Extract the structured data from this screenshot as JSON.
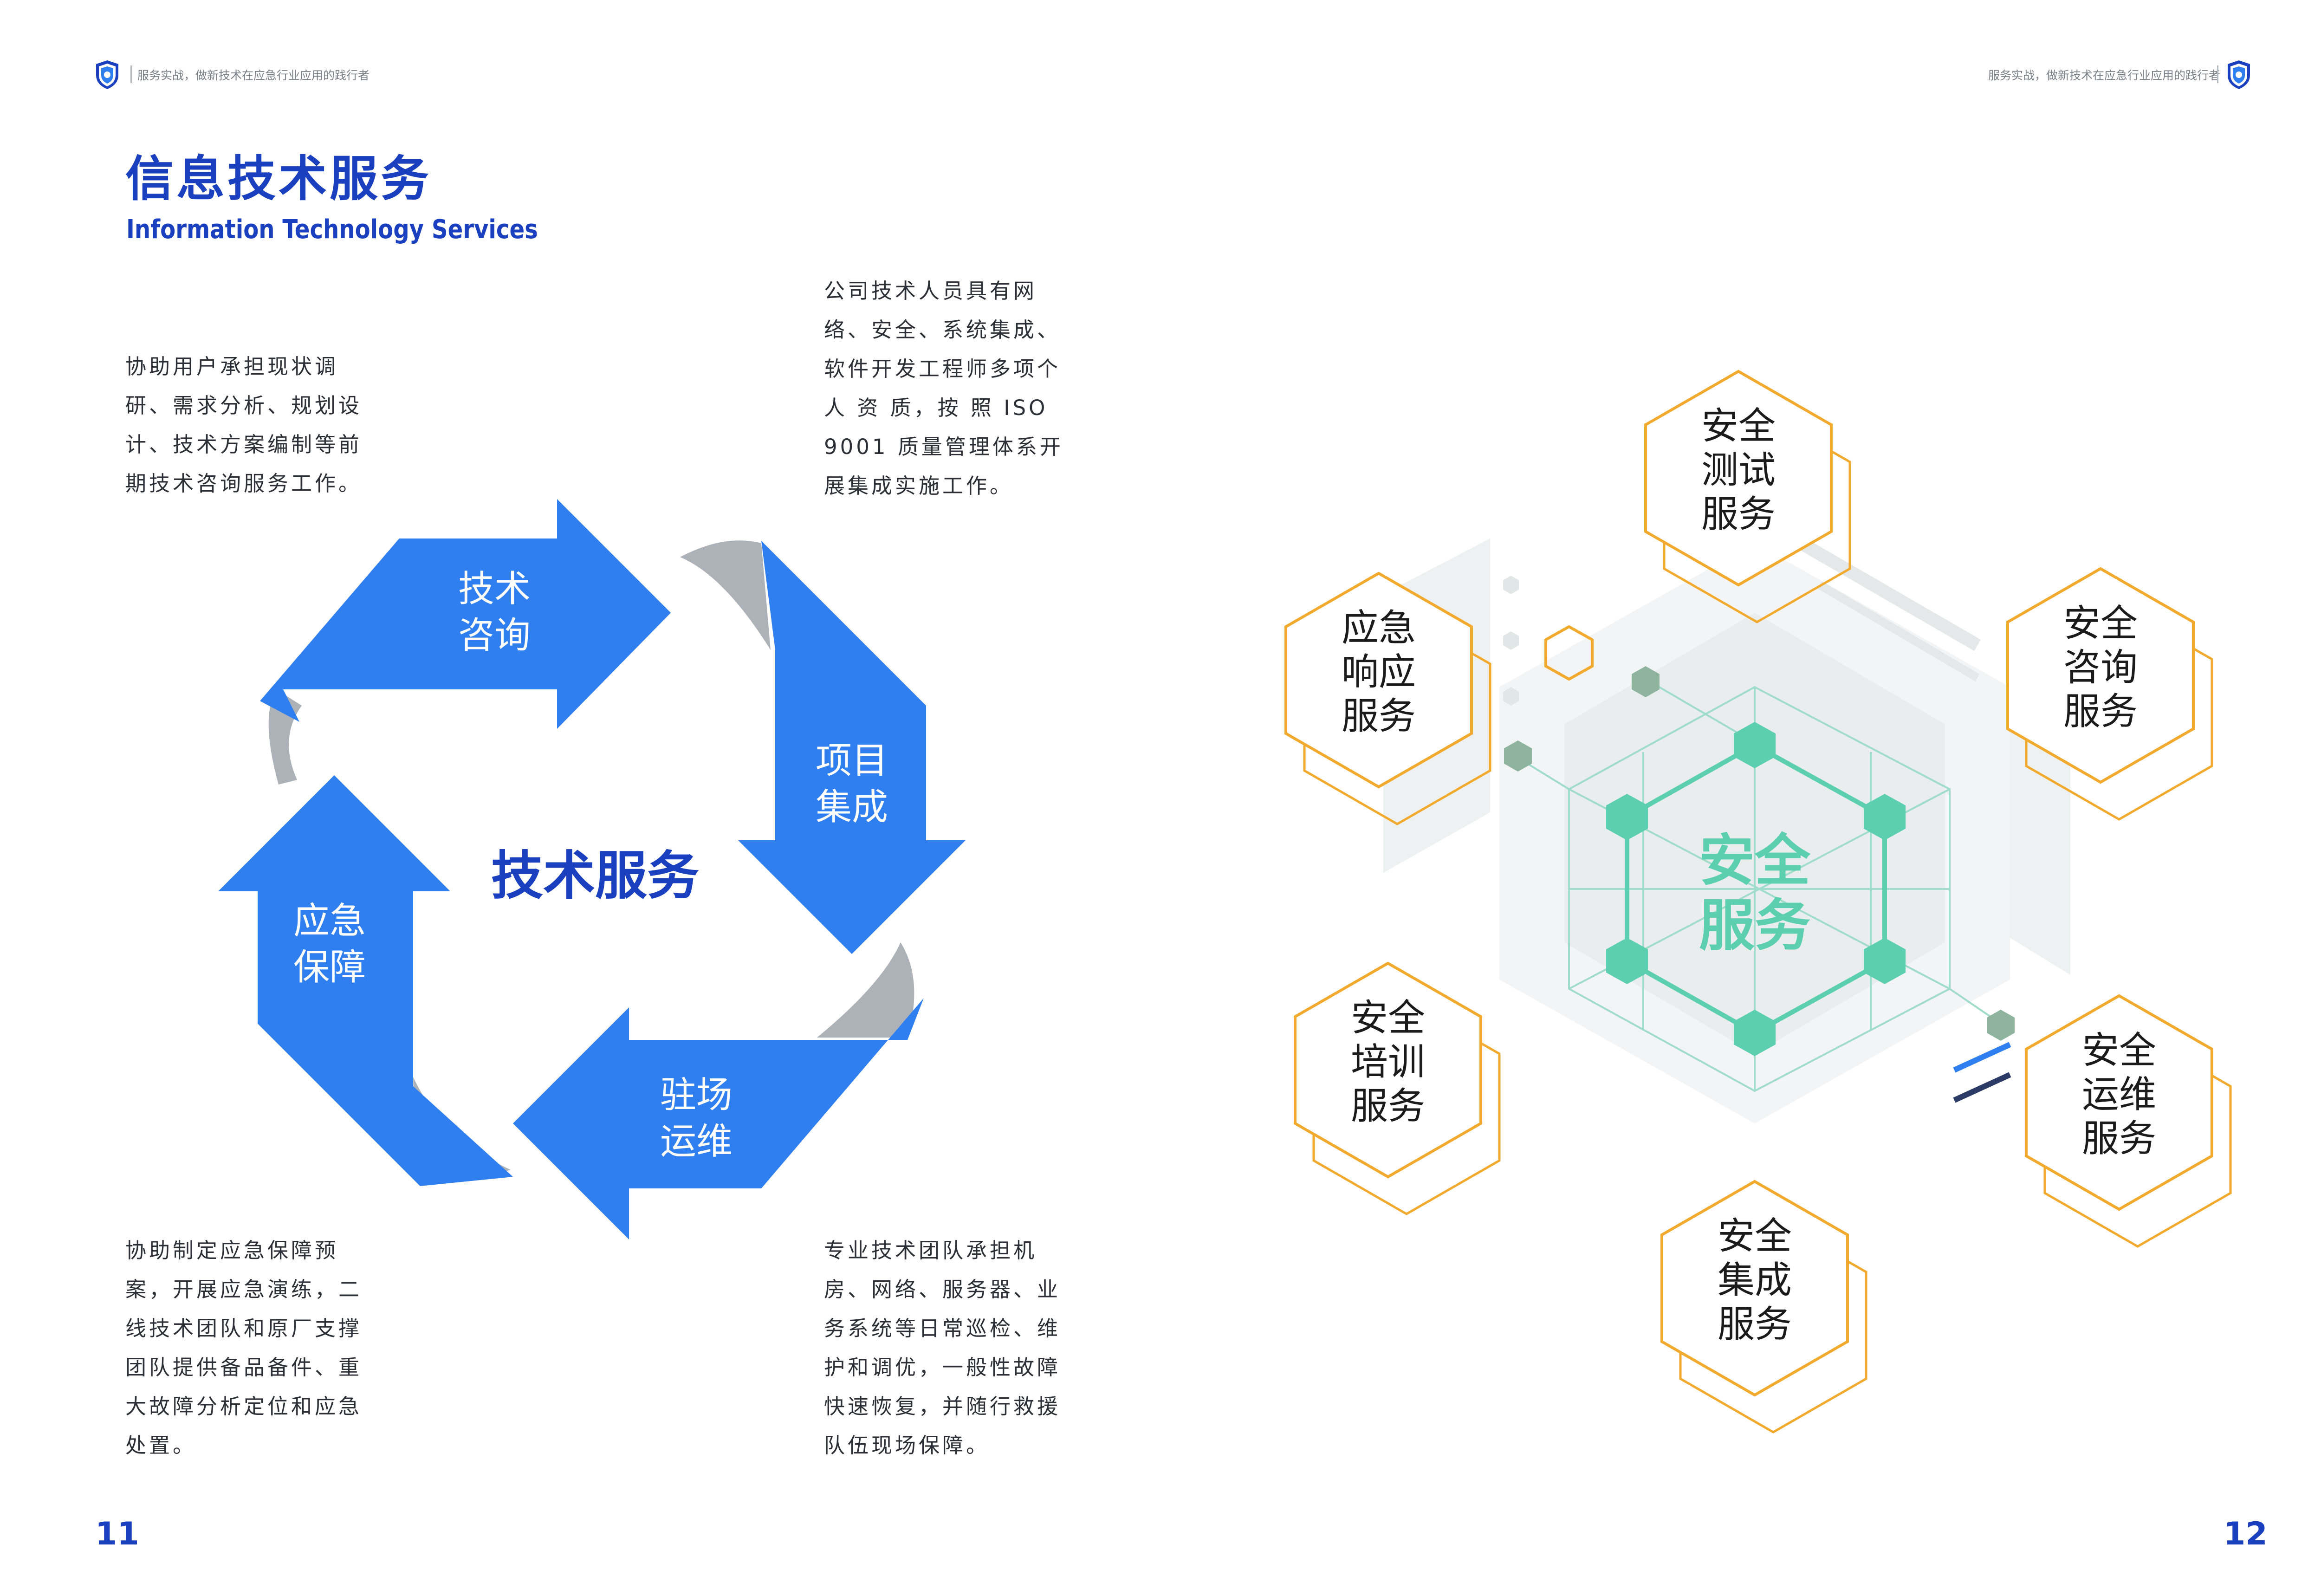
{
  "header": {
    "left_text": "服务实战，做新技术在应急行业应用的践行者",
    "right_text": "服务实战，做新技术在应急行业应用的践行者"
  },
  "title": {
    "cn": "信息技术服务",
    "en": "Information Technology Services"
  },
  "paragraphs": {
    "consult": [
      "协助用户承担现状调",
      "研、需求分析、规划设",
      "计、技术方案编制等前",
      "期技术咨询服务工作。"
    ],
    "integration": [
      "公司技术人员具有网",
      "络、安全、系统集成、",
      "软件开发工程师多项个",
      "人 资 质，按 照 ISO",
      "9001 质量管理体系开",
      "展集成实施工作。"
    ],
    "emergency": [
      "协助制定应急保障预",
      "案，开展应急演练，二",
      "线技术团队和原厂支撑",
      "团队提供备品备件、重",
      "大故障分析定位和应急",
      "处置。"
    ],
    "operation": [
      "专业技术团队承担机",
      "房、网络、服务器、业",
      "务系统等日常巡检、维",
      "护和调优，一般性故障",
      "快速恢复，并随行救援",
      "队伍现场保障。"
    ]
  },
  "cycle": {
    "center": "技术服务",
    "arrows": [
      {
        "line1": "技术",
        "line2": "咨询"
      },
      {
        "line1": "项目",
        "line2": "集成"
      },
      {
        "line1": "驻场",
        "line2": "运维"
      },
      {
        "line1": "应急",
        "line2": "保障"
      }
    ]
  },
  "security": {
    "center_line1": "安全",
    "center_line2": "服务",
    "services": [
      {
        "l1": "安全",
        "l2": "测试",
        "l3": "服务"
      },
      {
        "l1": "安全",
        "l2": "咨询",
        "l3": "服务"
      },
      {
        "l1": "安全",
        "l2": "运维",
        "l3": "服务"
      },
      {
        "l1": "安全",
        "l2": "集成",
        "l3": "服务"
      },
      {
        "l1": "安全",
        "l2": "培训",
        "l3": "服务"
      },
      {
        "l1": "应急",
        "l2": "响应",
        "l3": "服务"
      }
    ]
  },
  "page_numbers": {
    "left": "11",
    "right": "12"
  },
  "colors": {
    "brand_blue": "#1a3fbf",
    "arrow_blue": "#2f7ff0",
    "fold_gray": "#adb2b9",
    "hex_orange": "#f2aa2e",
    "hex_green": "#5ccfb1",
    "node_gray_green": "#8fb49e"
  },
  "icons": {
    "logo": "shield-icon"
  }
}
